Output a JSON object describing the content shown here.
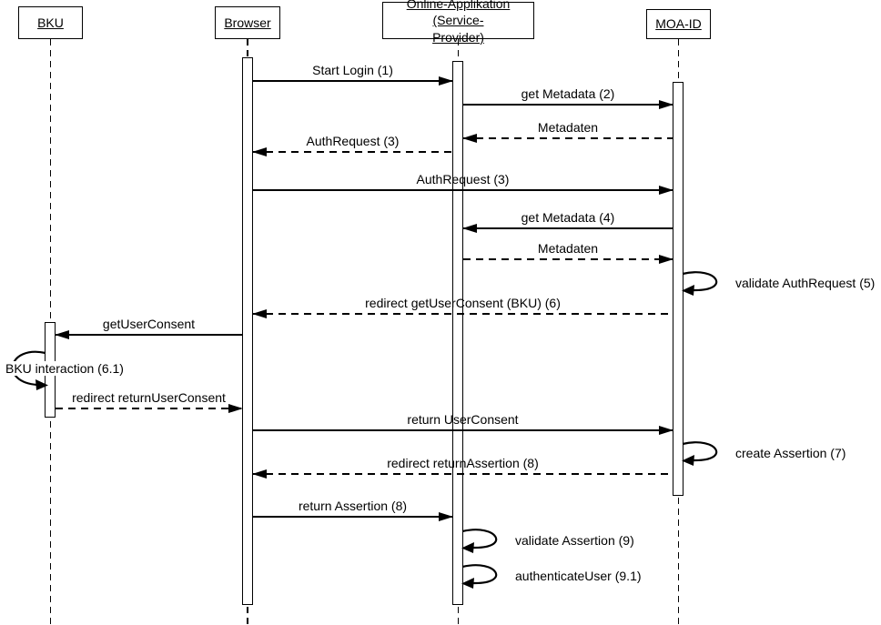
{
  "actors": [
    {
      "id": "bku",
      "label": "BKU"
    },
    {
      "id": "browser",
      "label": "Browser"
    },
    {
      "id": "online-app",
      "label": "Online-Applikation (Service-\nProvider)"
    },
    {
      "id": "moa-id",
      "label": "MOA-ID"
    }
  ],
  "messages": [
    {
      "label": "Start Login (1)",
      "from": "Browser",
      "to": "Online-Applikation (Service-Provider)",
      "line": "solid"
    },
    {
      "label": "get Metadata (2)",
      "from": "Online-Applikation (Service-Provider)",
      "to": "MOA-ID",
      "line": "solid"
    },
    {
      "label": "Metadaten",
      "from": "MOA-ID",
      "to": "Online-Applikation (Service-Provider)",
      "line": "dashed"
    },
    {
      "label": "AuthRequest (3)",
      "from": "Online-Applikation (Service-Provider)",
      "to": "Browser",
      "line": "dashed"
    },
    {
      "label": "AuthRequest (3)",
      "from": "Browser",
      "to": "MOA-ID",
      "line": "solid"
    },
    {
      "label": "get Metadata (4)",
      "from": "MOA-ID",
      "to": "Online-Applikation (Service-Provider)",
      "line": "solid"
    },
    {
      "label": "Metadaten",
      "from": "Online-Applikation (Service-Provider)",
      "to": "MOA-ID",
      "line": "dashed"
    },
    {
      "label": "redirect getUserConsent (BKU) (6)",
      "from": "MOA-ID",
      "to": "Browser",
      "line": "dashed"
    },
    {
      "label": "getUserConsent",
      "from": "Browser",
      "to": "BKU",
      "line": "solid"
    },
    {
      "label": "redirect returnUserConsent",
      "from": "BKU",
      "to": "Browser",
      "line": "dashed"
    },
    {
      "label": "return UserConsent",
      "from": "Browser",
      "to": "MOA-ID",
      "line": "solid"
    },
    {
      "label": "redirect returnAssertion (8)",
      "from": "MOA-ID",
      "to": "Browser",
      "line": "dashed"
    },
    {
      "label": "return Assertion (8)",
      "from": "Browser",
      "to": "Online-Applikation (Service-Provider)",
      "line": "solid"
    }
  ],
  "self_messages": [
    {
      "label": "validate AuthRequest (5)",
      "actor": "MOA-ID"
    },
    {
      "label": "BKU interaction (6.1)",
      "actor": "BKU"
    },
    {
      "label": "create Assertion (7)",
      "actor": "MOA-ID"
    },
    {
      "label": "validate Assertion (9)",
      "actor": "Online-Applikation (Service-Provider)"
    },
    {
      "label": "authenticateUser (9.1)",
      "actor": "Online-Applikation (Service-Provider)"
    }
  ],
  "colors": {
    "line": "#000000",
    "background": "#ffffff"
  }
}
